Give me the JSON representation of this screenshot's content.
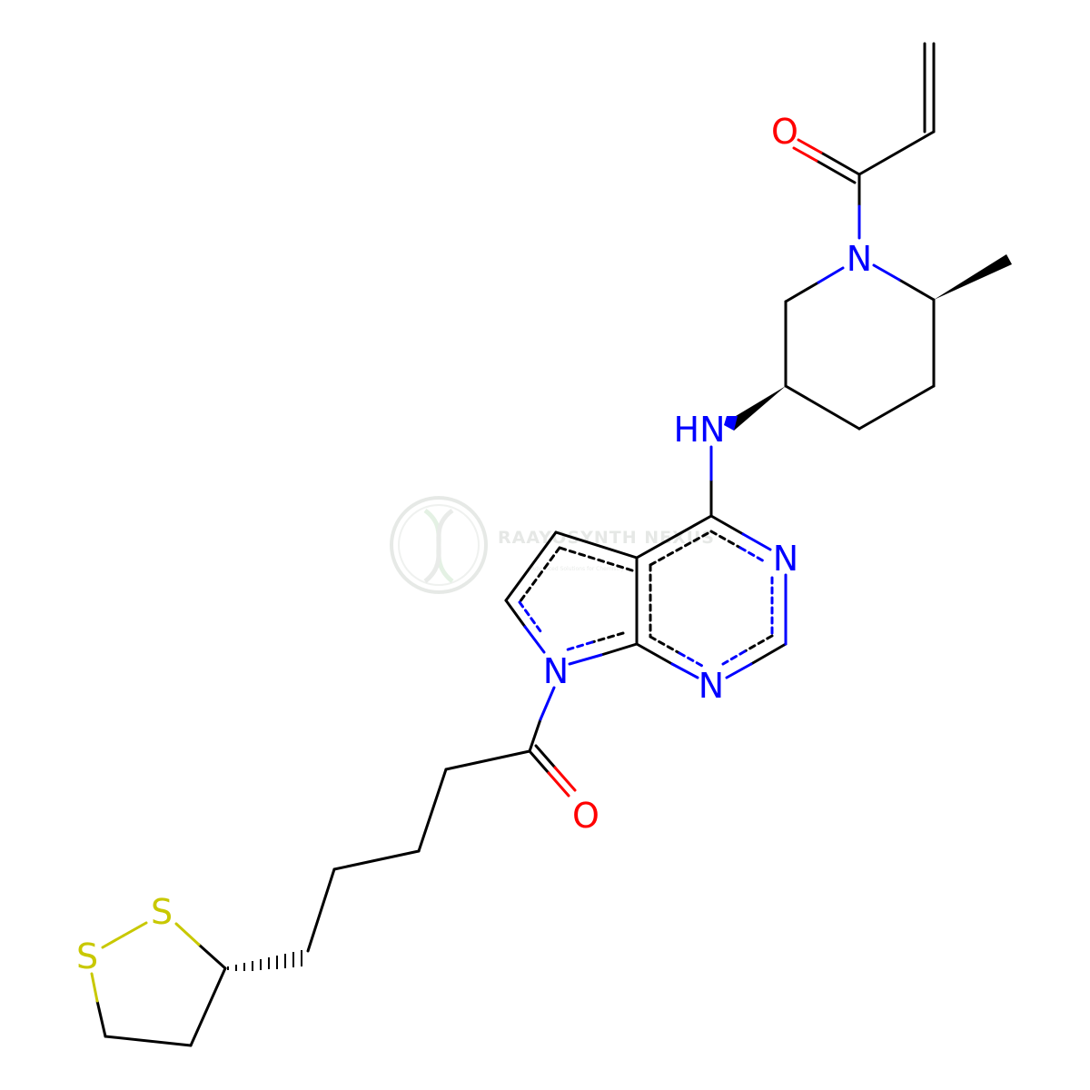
{
  "colors": {
    "bond": "#000000",
    "nitrogen": "#0000ff",
    "oxygen": "#ff0000",
    "sulfur": "#c8c800",
    "watermark": "#d9ded9"
  },
  "atoms": {
    "o_acryl": "O",
    "n_pip": "N",
    "hn": "HN",
    "n_pyr_top": "N",
    "n_pyr_bot": "N",
    "n_pyrrole": "N",
    "o_amide": "O",
    "s_upper": "S",
    "s_lower": "S"
  },
  "watermark": {
    "brand": "RAAYOSYNTH NEXUS",
    "tagline": "Advanced Solutions for Chemistry"
  }
}
